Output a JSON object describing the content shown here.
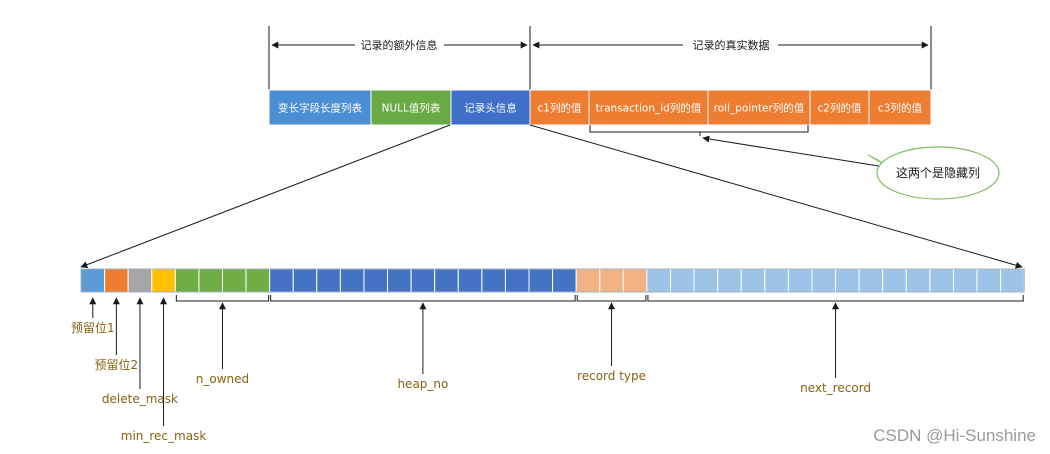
{
  "top_row": {
    "extra_info_label": "记录的额外信息",
    "real_data_label": "记录的真实数据",
    "fields": [
      {
        "label": "变长字段长度列表",
        "color": "#4a8fd6",
        "group": "extra"
      },
      {
        "label": "NULL值列表",
        "color": "#6aaa45",
        "group": "extra"
      },
      {
        "label": "记录头信息",
        "color": "#3f6fc8",
        "group": "extra"
      },
      {
        "label": "c1列的值",
        "color": "#ee7d31",
        "group": "data"
      },
      {
        "label": "transaction_id列的值",
        "color": "#ee7d31",
        "group": "data"
      },
      {
        "label": "roll_pointer列的值",
        "color": "#ee7d31",
        "group": "data"
      },
      {
        "label": "c2列的值",
        "color": "#ee7d31",
        "group": "data"
      },
      {
        "label": "c3列的值",
        "color": "#ee7d31",
        "group": "data"
      }
    ]
  },
  "hidden_callout": "这两个是隐藏列",
  "header_bits": [
    {
      "name": "预留位1",
      "bits": 1,
      "color": "#5b9bd5"
    },
    {
      "name": "预留位2",
      "bits": 1,
      "color": "#ed7d31"
    },
    {
      "name": "delete_mask",
      "bits": 1,
      "color": "#a5a5a5"
    },
    {
      "name": "min_rec_mask",
      "bits": 1,
      "color": "#ffc000"
    },
    {
      "name": "n_owned",
      "bits": 4,
      "color": "#70ad47"
    },
    {
      "name": "heap_no",
      "bits": 13,
      "color": "#4472c4"
    },
    {
      "name": "record type",
      "bits": 3,
      "color": "#f4b183"
    },
    {
      "name": "next_record",
      "bits": 16,
      "color": "#9dc3e6"
    }
  ],
  "colors": {
    "line": "#1a1a1a",
    "label_text": "#8a6212",
    "callout_fill": "#ffffff",
    "callout_border": "#7fbf5f"
  },
  "watermark": "CSDN @Hi-Sunshine"
}
